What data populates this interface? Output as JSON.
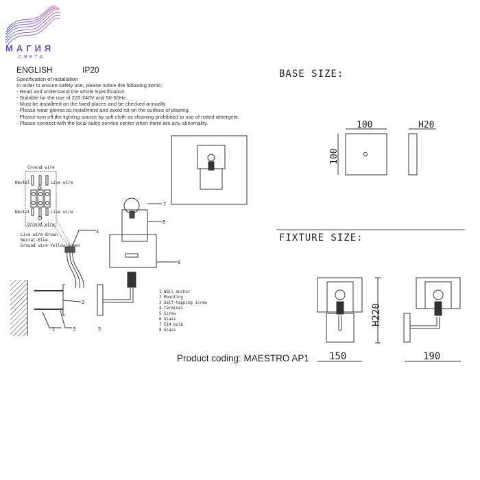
{
  "brand": {
    "name": "МАГИЯ",
    "sub": "СВЕТА",
    "colors": [
      "#3b4fd8",
      "#8a4fd0",
      "#d05fb0"
    ]
  },
  "header": {
    "language": "ENGLISH",
    "ip_rating": "IP20"
  },
  "spec": {
    "title": "Specification of installation",
    "intro": "In order to ensure safety use, please notice the following items:",
    "items": [
      "- Read and understand the whole Specification.",
      "- Suitable for the use of 220-240V and 50-60Hz.",
      "- Must be installeed on the fixed places and be checked annually",
      "- Please wear gloves as installment and avoid rot on the surface of plaetng.",
      "- Please turn off the lighitng source by soft cloth as cleaning prohibited to use of rotted detergent.",
      "- Please connect with the local sales service center when there are anv abnomality."
    ]
  },
  "wiring": {
    "ground_top": "Ground wire",
    "neutral": "Neutal",
    "live": "Live wire",
    "ground_bottom": "Ground wire",
    "colors": [
      "Live wire-Brown",
      "Neutal-Blue",
      "Ground wire-Yellow/Green"
    ]
  },
  "callouts": [
    "1",
    "2",
    "3",
    "4",
    "5",
    "6",
    "7",
    "8"
  ],
  "parts": [
    "1 Wall anchor",
    "2 Mounting",
    "3 Self-tapping screw",
    "4 Terminal",
    "5 Screw",
    "6 Glass",
    "7 E14 bulb",
    "8 Glass"
  ],
  "base_size": {
    "title": "BASE SIZE:",
    "width": "100",
    "height": "100",
    "depth": "H20"
  },
  "fixture_size": {
    "title": "FIXTURE SIZE:",
    "height": "H220",
    "width": "150",
    "projection": "190"
  },
  "product_coding": "Product coding: MAESTRO AP1"
}
